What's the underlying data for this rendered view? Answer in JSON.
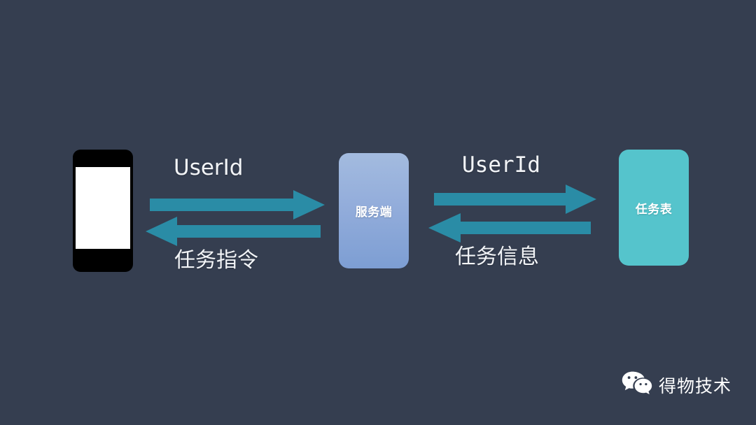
{
  "slide": {
    "background_color": "#353e50",
    "title": "",
    "diagram_type": "sequence-flow"
  },
  "nodes": [
    {
      "id": "client",
      "kind": "phone-device",
      "label": "",
      "color": "#000000",
      "screen_color": "#ffffff"
    },
    {
      "id": "server",
      "kind": "rounded-box",
      "label": "服务端",
      "color": "#93addb"
    },
    {
      "id": "task-table",
      "kind": "rounded-box",
      "label": "任务表",
      "color": "#55c4cc"
    }
  ],
  "flows": [
    {
      "id": "client-to-server",
      "label": "UserId",
      "from": "client",
      "to": "server",
      "direction": "right",
      "color": "#2a8ca6"
    },
    {
      "id": "server-to-client",
      "label": "任务指令",
      "from": "server",
      "to": "client",
      "direction": "left",
      "color": "#2a8ca6"
    },
    {
      "id": "server-to-table",
      "label": "UserId",
      "from": "server",
      "to": "task-table",
      "direction": "right",
      "color": "#2a8ca6"
    },
    {
      "id": "table-to-server",
      "label": "任务信息",
      "from": "task-table",
      "to": "server",
      "direction": "left",
      "color": "#2a8ca6"
    }
  ],
  "watermark": {
    "icon": "wechat-icon",
    "text": "得物技术",
    "color": "#ffffff"
  }
}
